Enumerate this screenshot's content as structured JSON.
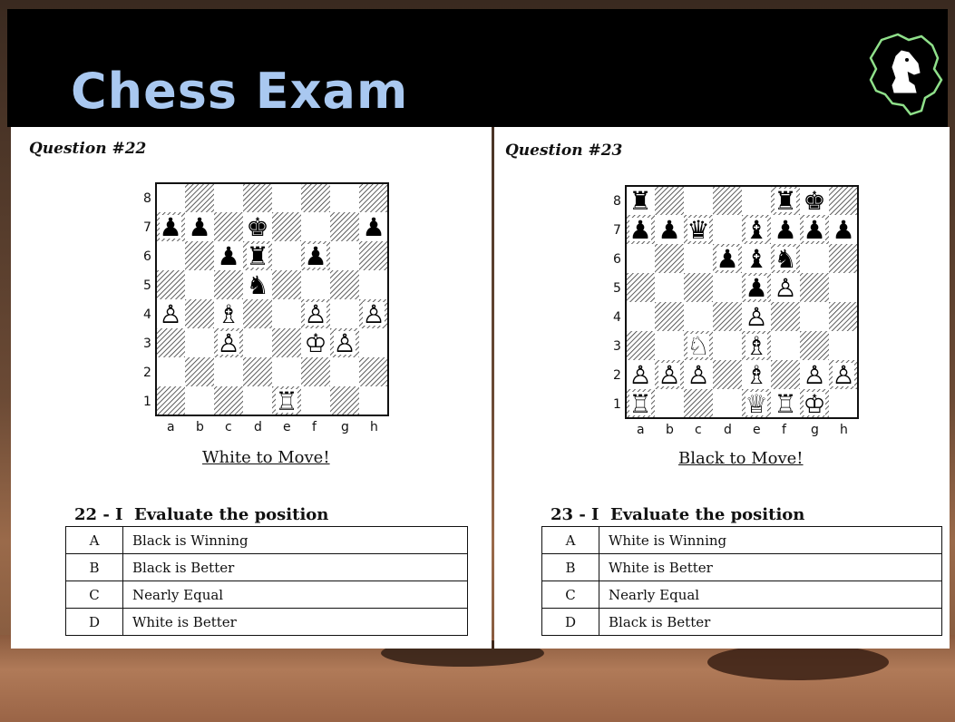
{
  "slide": {
    "title": "Chess Exam"
  },
  "logo": {
    "icon": "knight-map-logo-icon",
    "color": "#8fe08a"
  },
  "files": [
    "a",
    "b",
    "c",
    "d",
    "e",
    "f",
    "g",
    "h"
  ],
  "ranks": [
    "8",
    "7",
    "6",
    "5",
    "4",
    "3",
    "2",
    "1"
  ],
  "q22": {
    "title": "Question #22",
    "caption": "White to Move!",
    "number": "22 - I",
    "prompt": "Evaluate the position",
    "options": [
      {
        "letter": "A",
        "text": "Black is Winning"
      },
      {
        "letter": "B",
        "text": "Black is Better"
      },
      {
        "letter": "C",
        "text": "Nearly Equal"
      },
      {
        "letter": "D",
        "text": "White is Better"
      }
    ],
    "pieces": [
      {
        "sq": "a7",
        "p": "p"
      },
      {
        "sq": "b7",
        "p": "p"
      },
      {
        "sq": "d7",
        "p": "k"
      },
      {
        "sq": "h7",
        "p": "p"
      },
      {
        "sq": "c6",
        "p": "p"
      },
      {
        "sq": "d6",
        "p": "r"
      },
      {
        "sq": "f6",
        "p": "p"
      },
      {
        "sq": "d5",
        "p": "n"
      },
      {
        "sq": "a4",
        "p": "P"
      },
      {
        "sq": "c4",
        "p": "B"
      },
      {
        "sq": "f4",
        "p": "P"
      },
      {
        "sq": "h4",
        "p": "P"
      },
      {
        "sq": "c3",
        "p": "P"
      },
      {
        "sq": "f3",
        "p": "K"
      },
      {
        "sq": "g3",
        "p": "P"
      },
      {
        "sq": "e1",
        "p": "R"
      }
    ]
  },
  "q23": {
    "title": "Question #23",
    "caption": "Black to Move!",
    "number": "23 - I",
    "prompt": "Evaluate the position",
    "options": [
      {
        "letter": "A",
        "text": "White is Winning"
      },
      {
        "letter": "B",
        "text": "White is Better"
      },
      {
        "letter": "C",
        "text": "Nearly Equal"
      },
      {
        "letter": "D",
        "text": "Black is Better"
      }
    ],
    "pieces": [
      {
        "sq": "a8",
        "p": "r"
      },
      {
        "sq": "f8",
        "p": "r"
      },
      {
        "sq": "g8",
        "p": "k"
      },
      {
        "sq": "a7",
        "p": "p"
      },
      {
        "sq": "b7",
        "p": "p"
      },
      {
        "sq": "c7",
        "p": "q"
      },
      {
        "sq": "e7",
        "p": "b"
      },
      {
        "sq": "f7",
        "p": "p"
      },
      {
        "sq": "g7",
        "p": "p"
      },
      {
        "sq": "h7",
        "p": "p"
      },
      {
        "sq": "d6",
        "p": "p"
      },
      {
        "sq": "e6",
        "p": "b"
      },
      {
        "sq": "f6",
        "p": "n"
      },
      {
        "sq": "e5",
        "p": "p"
      },
      {
        "sq": "f5",
        "p": "P"
      },
      {
        "sq": "e4",
        "p": "P"
      },
      {
        "sq": "c3",
        "p": "N"
      },
      {
        "sq": "e3",
        "p": "B"
      },
      {
        "sq": "a2",
        "p": "P"
      },
      {
        "sq": "b2",
        "p": "P"
      },
      {
        "sq": "c2",
        "p": "P"
      },
      {
        "sq": "e2",
        "p": "B"
      },
      {
        "sq": "g2",
        "p": "P"
      },
      {
        "sq": "h2",
        "p": "P"
      },
      {
        "sq": "a1",
        "p": "R"
      },
      {
        "sq": "e1",
        "p": "Q"
      },
      {
        "sq": "f1",
        "p": "R"
      },
      {
        "sq": "g1",
        "p": "K"
      }
    ]
  }
}
